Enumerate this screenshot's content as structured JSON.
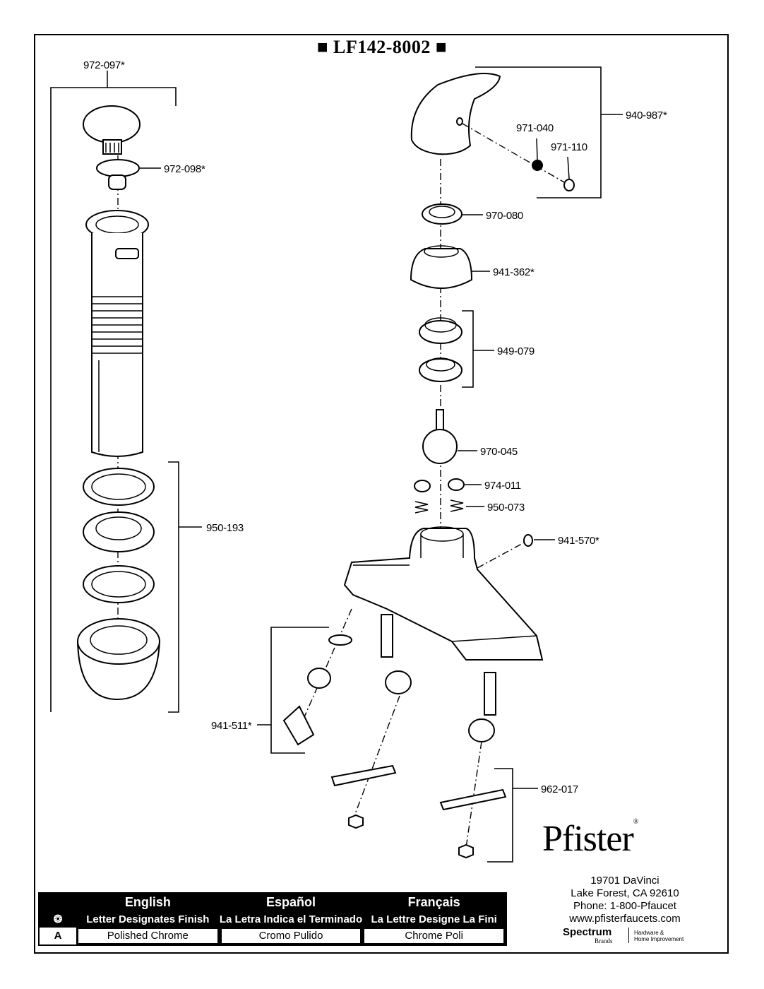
{
  "title": "■ LF142-8002 ■",
  "labels": {
    "p972_097": "972-097*",
    "p972_098": "972-098*",
    "p940_987": "940-987*",
    "p971_040": "971-040",
    "p971_110": "971-110",
    "p970_080": "970-080",
    "p941_362": "941-362*",
    "p949_079": "949-079",
    "p970_045": "970-045",
    "p974_011": "974-011",
    "p950_073": "950-073",
    "p941_570": "941-570*",
    "p950_193": "950-193",
    "p941_511": "941-511*",
    "p962_017": "962-017"
  },
  "finish_table": {
    "headers": [
      "English",
      "Español",
      "Français"
    ],
    "symbol": "❂",
    "subheaders": [
      "Letter Designates Finish",
      "La Letra Indica el Terminado",
      "La Lettre Designe La Fini"
    ],
    "rows": [
      {
        "code": "A",
        "english": "Polished Chrome",
        "spanish": "Cromo Pulido",
        "french": "Chrome Poli"
      }
    ]
  },
  "brand": {
    "name": "Pfister",
    "reg": "®",
    "address": [
      "19701 DaVinci",
      "Lake Forest, CA 92610",
      "Phone: 1-800-Pfaucet",
      "www.pfisterfaucets.com"
    ],
    "parent": "Spectrum",
    "parent_sub": "Brands",
    "tagline": [
      "Hardware &",
      "Home Improvement"
    ]
  }
}
